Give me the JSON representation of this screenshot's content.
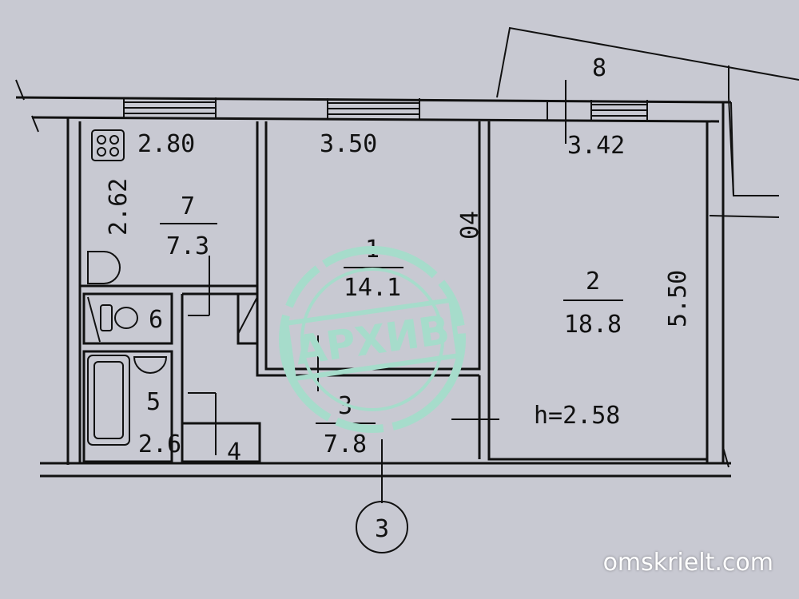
{
  "plan": {
    "rooms": [
      {
        "number": "1",
        "area": "14.1"
      },
      {
        "number": "2",
        "area": "18.8"
      },
      {
        "number": "3",
        "area": "7.8"
      },
      {
        "number": "4"
      },
      {
        "number": "5",
        "area": "2.6"
      },
      {
        "number": "6"
      },
      {
        "number": "7",
        "area": "7.3"
      },
      {
        "number": "8"
      }
    ],
    "dimensions": {
      "kitchen_width": "2.80",
      "kitchen_depth": "2.62",
      "room1_width": "3.50",
      "room1_depth": "04",
      "room2_width": "3.42",
      "room2_depth": "5.50"
    },
    "ceiling_height": "h=2.58",
    "section_mark": "3"
  },
  "stamp": {
    "text": "АРХИВ"
  },
  "watermark": {
    "text": "omskrielt.com"
  }
}
